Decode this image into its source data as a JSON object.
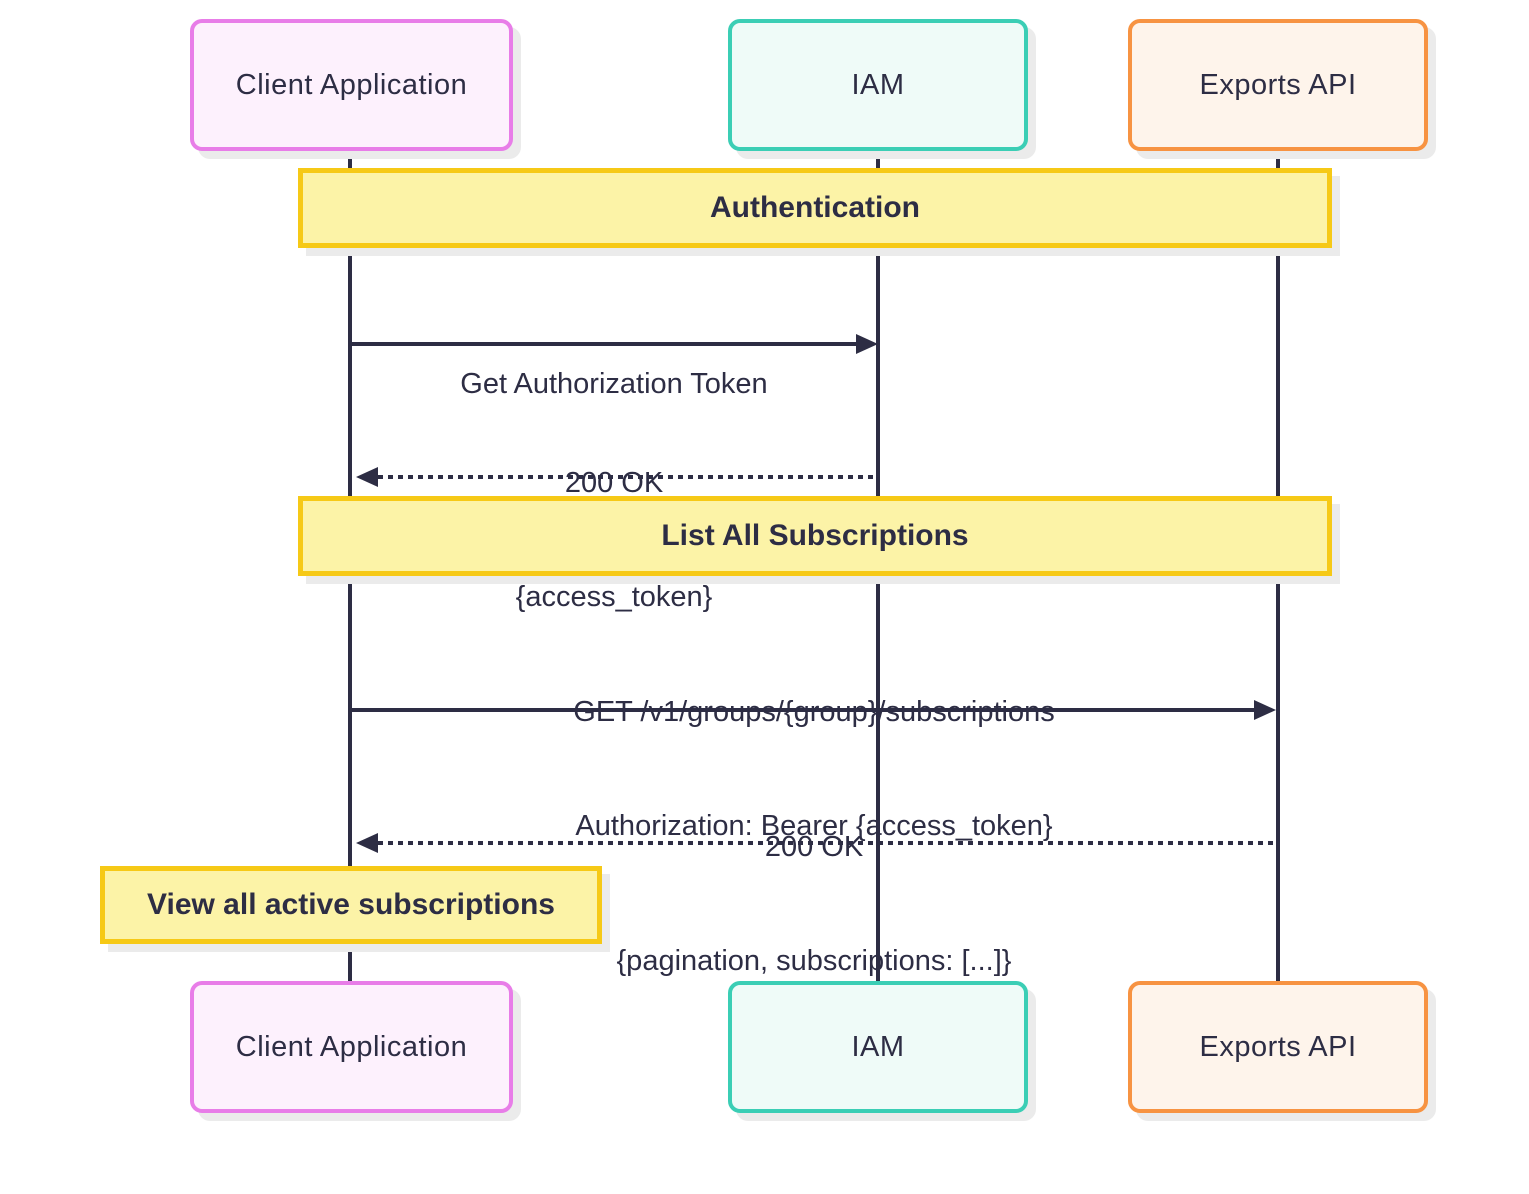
{
  "diagram_type": "sequence-diagram",
  "actors": [
    {
      "id": "client",
      "label": "Client Application"
    },
    {
      "id": "iam",
      "label": "IAM"
    },
    {
      "id": "exports",
      "label": "Exports API"
    }
  ],
  "sections": [
    {
      "label": "Authentication"
    },
    {
      "label": "List All Subscriptions"
    }
  ],
  "note": {
    "label": "View all active subscriptions"
  },
  "messages": [
    {
      "from": "client",
      "to": "iam",
      "style": "solid",
      "line1": "Get Authorization Token",
      "line2": ""
    },
    {
      "from": "iam",
      "to": "client",
      "style": "dotted",
      "line1": "200 OK",
      "line2": "{access_token}"
    },
    {
      "from": "client",
      "to": "exports",
      "style": "solid",
      "line1": "GET /v1/groups/{group}/subscriptions",
      "line2": "Authorization: Bearer {access_token}"
    },
    {
      "from": "exports",
      "to": "client",
      "style": "dotted",
      "line1": "200 OK",
      "line2": "{pagination, subscriptions: [...]}"
    }
  ],
  "colors": {
    "text": "#2D2D44",
    "lifeline": "#2D2D44",
    "client_border": "#E87DE8",
    "client_fill": "#FDF1FD",
    "iam_border": "#3BCEB5",
    "iam_fill": "#EFFBF8",
    "exports_border": "#F79342",
    "exports_fill": "#FEF4EB",
    "banner_border": "#F6C916",
    "banner_fill": "#FCF3A7",
    "shadow": "#EBEBEB",
    "background": "#FFFFFF"
  }
}
